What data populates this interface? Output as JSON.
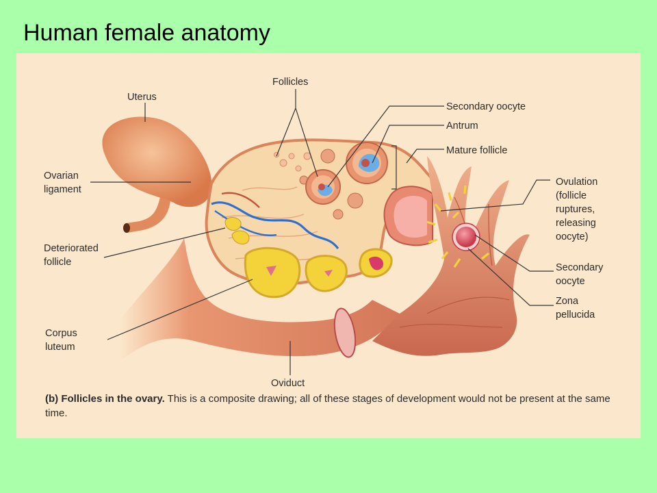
{
  "title": "Human female anatomy",
  "labels": {
    "uterus": "Uterus",
    "follicles": "Follicles",
    "secondary_oocyte_top": "Secondary oocyte",
    "antrum": "Antrum",
    "mature_follicle": "Mature follicle",
    "ovarian_ligament": [
      "Ovarian",
      "ligament"
    ],
    "ovulation": [
      "Ovulation",
      "(follicle",
      "ruptures,",
      "releasing",
      "oocyte)"
    ],
    "deteriorated_follicle": [
      "Deteriorated",
      "follicle"
    ],
    "secondary_oocyte_right": [
      "Secondary",
      "oocyte"
    ],
    "zona_pellucida": [
      "Zona",
      "pellucida"
    ],
    "corpus_luteum": [
      "Corpus",
      "luteum"
    ],
    "oviduct": "Oviduct"
  },
  "caption": {
    "bold": "(b) Follicles in the ovary.",
    "text": " This is a composite drawing; all of these stages of development would not be present at the same time."
  },
  "colors": {
    "background": "#aaffaa",
    "panel": "#fbe8cc",
    "tissue": "#e8996e",
    "ovary": "#f5d6a8",
    "corpus_luteum": "#f3d23a",
    "vessel_blue": "#2d6fd0",
    "antrum_blue": "#6aaee8"
  }
}
